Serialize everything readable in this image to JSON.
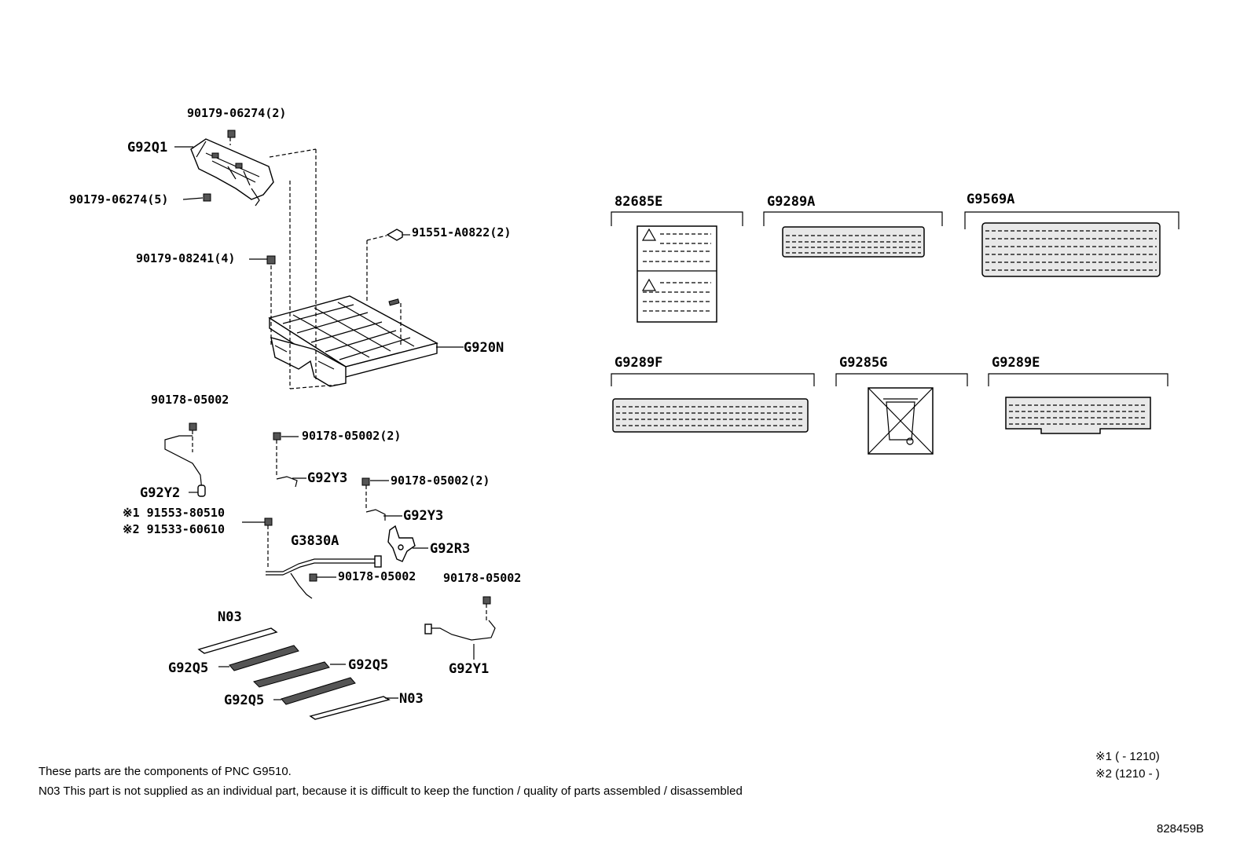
{
  "labels": {
    "nut_06274_2": "90179-06274(2)",
    "g92q1": "G92Q1",
    "nut_06274_5": "90179-06274(5)",
    "bolt_a0822": "91551-A0822(2)",
    "nut_08241": "90179-08241(4)",
    "g920n": "G920N",
    "nut_05002_a": "90178-05002",
    "nut_05002_b": "90178-05002(2)",
    "g92y3_a": "G92Y3",
    "nut_05002_c": "90178-05002(2)",
    "g92y2": "G92Y2",
    "g92y3_b": "G92Y3",
    "bolt_80510": "※1 91553-80510",
    "bolt_60610": "※2 91533-60610",
    "g3830a": "G3830A",
    "g92r3": "G92R3",
    "nut_05002_d": "90178-05002",
    "nut_05002_e": "90178-05002",
    "n03_a": "N03",
    "g92q5_a": "G92Q5",
    "g92q5_b": "G92Q5",
    "g92q5_c": "G92Q5",
    "n03_b": "N03",
    "g92y1": "G92Y1",
    "d_82685e": "82685E",
    "d_g9289a": "G9289A",
    "d_g9569a": "G9569A",
    "d_g9289f": "G9289F",
    "d_g9285g": "G9285G",
    "d_g9289e": "G9289E"
  },
  "notes": {
    "line1": "These parts are the components  of PNC G9510.",
    "line2": "N03 This part is not supplied as an individual part, because it is difficult to keep the function / quality of parts assembled / disassembled",
    "footnote1": "※1 (      - 1210)",
    "footnote2": "※2 (1210 -      )",
    "diagram_id": "828459B"
  }
}
